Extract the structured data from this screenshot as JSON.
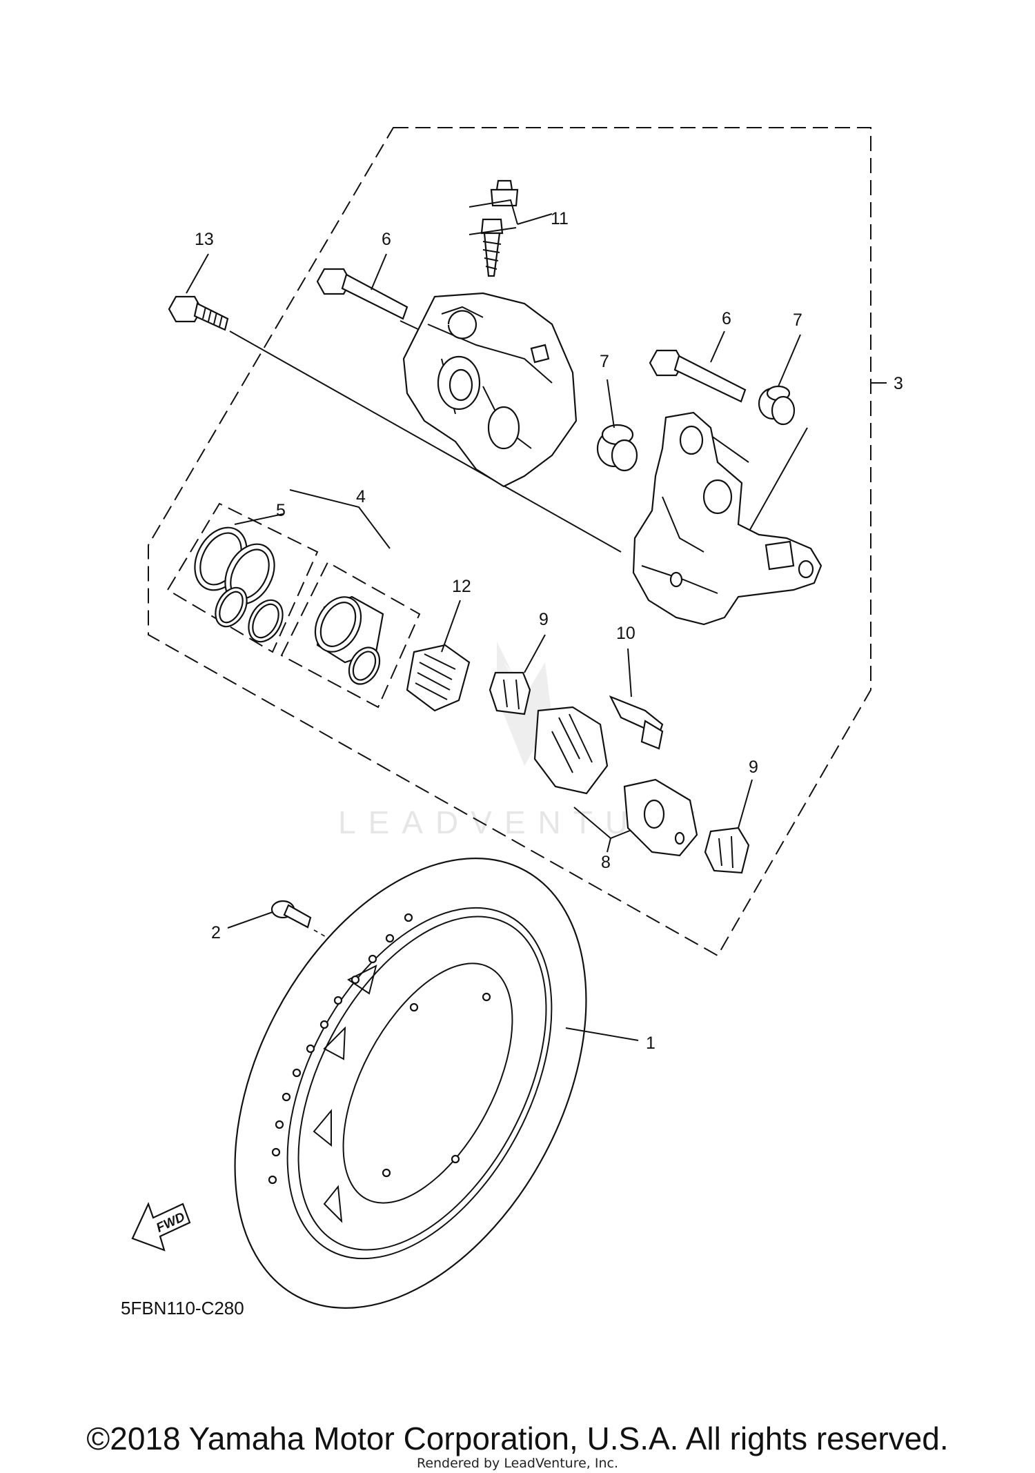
{
  "diagram": {
    "callouts": {
      "c1": "1",
      "c2": "2",
      "c3": "3",
      "c4": "4",
      "c5": "5",
      "c6a": "6",
      "c6b": "6",
      "c7a": "7",
      "c7b": "7",
      "c8": "8",
      "c9a": "9",
      "c9b": "9",
      "c10": "10",
      "c11": "11",
      "c12": "12",
      "c13": "13"
    },
    "fwd_label": "FWD",
    "diagram_code": "5FBN110-C280",
    "watermark": "LEADVENTURE",
    "copyright": "©2018 Yamaha Motor Corporation, U.S.A. All rights reserved.",
    "rendered_by": "Rendered by LeadVenture, Inc."
  }
}
